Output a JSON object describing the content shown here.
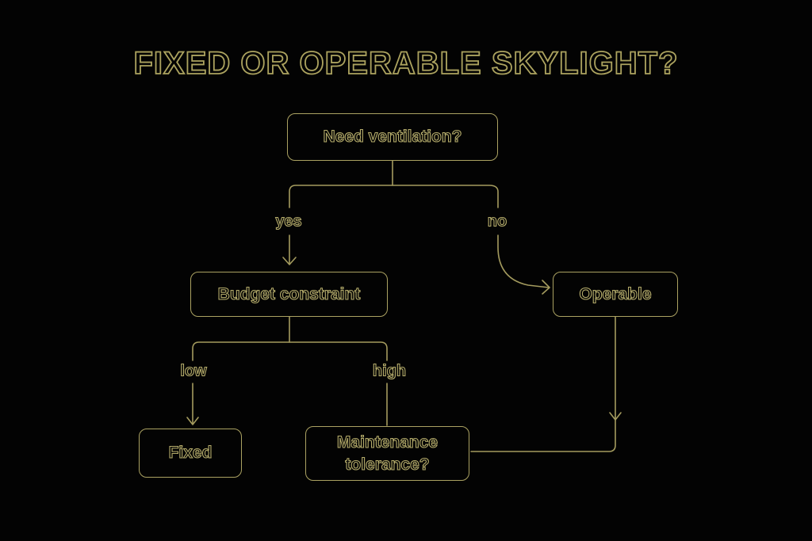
{
  "title": "FIXED OR OPERABLE SKYLIGHT?",
  "colors": {
    "background": "#030303",
    "accent": "#b5ac6b",
    "line": "#a49b5e"
  },
  "nodes": [
    {
      "id": "need-ventilation",
      "label": "Need ventilation?"
    },
    {
      "id": "budget-constraint",
      "label": "Budget constraint"
    },
    {
      "id": "operable",
      "label": "Operable"
    },
    {
      "id": "fixed",
      "label": "Fixed"
    },
    {
      "id": "maintenance-tolerance",
      "label": "Maintenance tolerance?"
    }
  ],
  "edges": {
    "yes": "yes",
    "no": "no",
    "low": "low",
    "high": "high"
  }
}
